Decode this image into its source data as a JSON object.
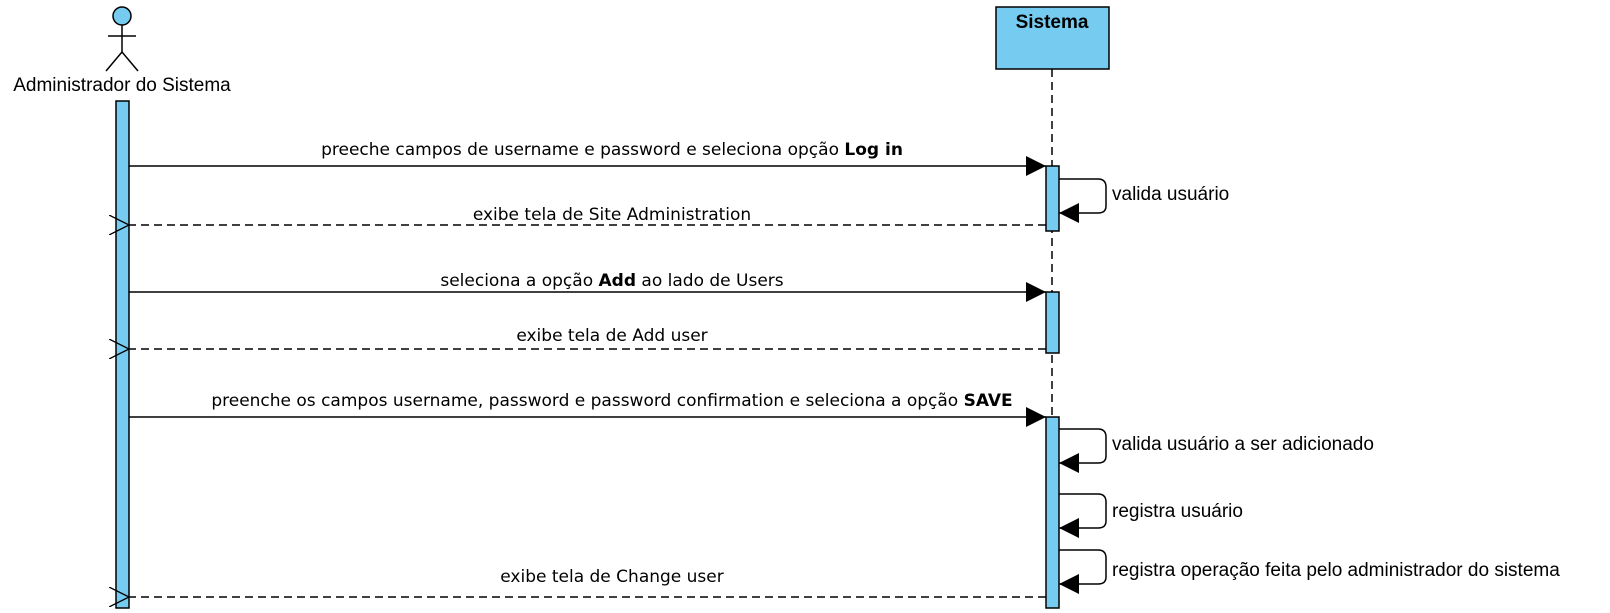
{
  "colors": {
    "fill": "#76CCF0",
    "stroke": "#000000",
    "background": "#FFFFFF"
  },
  "actor": {
    "name": "Administrador do Sistema"
  },
  "system": {
    "name": "Sistema"
  },
  "messages": [
    {
      "id": "m1",
      "type": "sync",
      "text": "preeche campos de username e password e seleciona opção ",
      "bold": "Log in",
      "after": ""
    },
    {
      "id": "m2",
      "type": "self",
      "text": "valida usuário"
    },
    {
      "id": "m3",
      "type": "return",
      "text": "exibe tela de Site Administration"
    },
    {
      "id": "m4",
      "type": "sync",
      "text": "seleciona a opção ",
      "bold": "Add",
      "after": " ao lado de Users"
    },
    {
      "id": "m5",
      "type": "return",
      "text": "exibe tela de Add user"
    },
    {
      "id": "m6",
      "type": "sync",
      "text": "preenche os campos username, password e password confirmation e seleciona a opção ",
      "bold": "SAVE",
      "after": ""
    },
    {
      "id": "m7",
      "type": "self",
      "text": "valida usuário a ser adicionado"
    },
    {
      "id": "m8",
      "type": "self",
      "text": "registra usuário"
    },
    {
      "id": "m9",
      "type": "self",
      "text": "registra operação feita pelo administrador do sistema"
    },
    {
      "id": "m10",
      "type": "return",
      "text": "exibe tela de Change user"
    }
  ]
}
